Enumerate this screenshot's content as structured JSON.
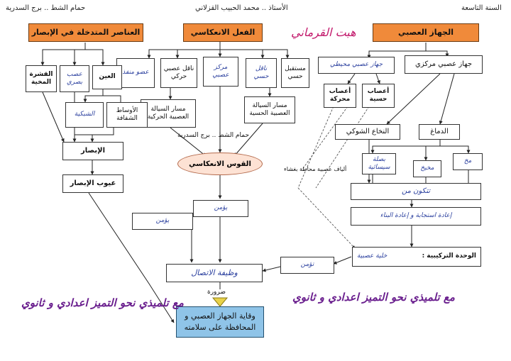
{
  "header": {
    "level": "السنة التاسعة",
    "teacher": "الأستاذ .. محمد الحبيب القزلاني",
    "school": "حمام الشط .. برج السدرية"
  },
  "signature": "هبت القرماني",
  "top_categories": {
    "nervous_system": "الجهاز العصبي",
    "reflex_act": "الفعل الانعكاسي",
    "vision": "العناصر المتدخلة في الإبصار"
  },
  "nervous": {
    "peripheral": "جهاز عصبي محيطي",
    "central": "جهاز عصبي مركزي",
    "motor_nerves": "أعصاب محركة",
    "sensory_nerves": "أعصاب حسية",
    "spinal_cord": "النخاع الشوكي",
    "brain": "الدماغ",
    "cerebellum": "مخيخ",
    "bulb": "بصلة سيسائية",
    "brainstem": "مخ",
    "composed_of": "تتكون من",
    "function": "إعادة استجابة و إعادة البناء",
    "unit_label": "الوحدة التركيبية :",
    "unit_value": "خلية عصبية",
    "fibers_note": "ألياف عصبية محاطة بغشاء"
  },
  "reflex": {
    "receptor": "مستقبل حسي",
    "sensory_path": "ناقل حسي",
    "center": "مركز عصبي",
    "motor_path": "ناقل عصبي حركي",
    "effector": "عضو منفذ",
    "sensory_route": "مسار السيالة العصبية الحسية",
    "motor_route": "مسار السيالة العصبية الحركية",
    "arc": "القوس الانعكاسي",
    "location_note": "حمام الشط .. برج السدرية"
  },
  "vision": {
    "eye": "العين",
    "optic_nerve": "عصب بصري",
    "cortex": "القشرة المخية",
    "retina": "الشبكية",
    "media": "الأوساط الشفافة",
    "seeing": "الإبصار",
    "defects": "عيوب الإبصار"
  },
  "bottom": {
    "ensure_1": "يؤمن",
    "ensure_2": "يؤمن",
    "ensure_3": "تؤمن",
    "communication": "وظيفة الاتصال",
    "necessity": "ضرورة",
    "protection": "وقاية الجهاز العصبي و المحافظة على سلامته"
  },
  "slogans": {
    "left": "مع تلميذي نحو التميز اعدادي و ثانوي",
    "right": "مع تلميذي نحو التميز اعدادي و ثانوي"
  },
  "colors": {
    "orange": "#f08a3a",
    "blue": "#8fc4e8",
    "pink": "#fde2d4",
    "slogan": "#6a1f8e"
  }
}
